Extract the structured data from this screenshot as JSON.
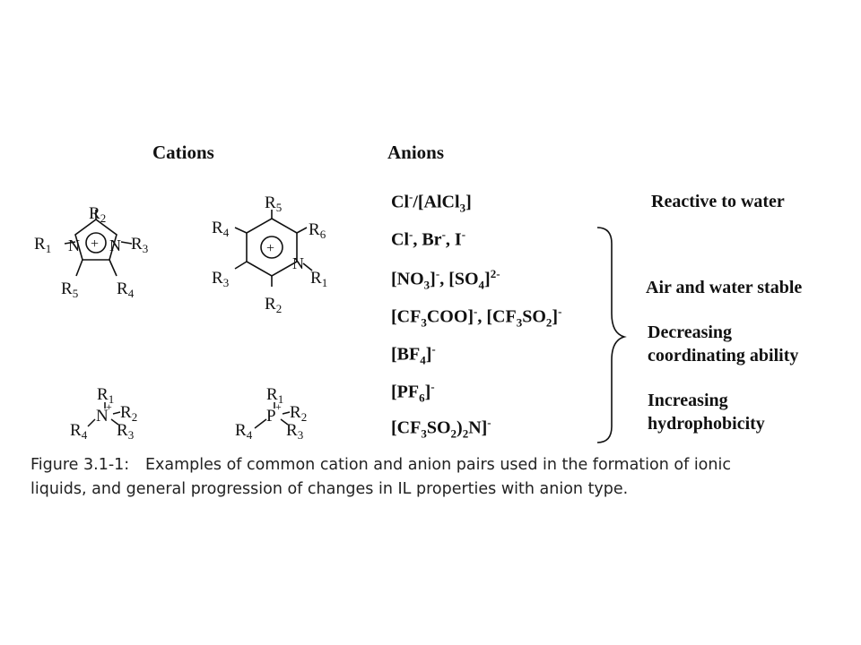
{
  "headers": {
    "cations": "Cations",
    "anions": "Anions"
  },
  "cations": {
    "imidazolium": {
      "r1": "R",
      "s1": "1",
      "r2": "R",
      "s2": "2",
      "r3": "R",
      "s3": "3",
      "r4": "R",
      "s4": "4",
      "r5": "R",
      "s5": "5",
      "n": "N",
      "charge": "+"
    },
    "pyridinium": {
      "r1": "R",
      "s1": "1",
      "r2": "R",
      "s2": "2",
      "r3": "R",
      "s3": "3",
      "r4": "R",
      "s4": "4",
      "r5": "R",
      "s5": "5",
      "r6": "R",
      "s6": "6",
      "n": "N",
      "charge": "+"
    },
    "ammonium": {
      "center": "N",
      "charge": "+",
      "r1": "R",
      "s1": "1",
      "r2": "R",
      "s2": "2",
      "r3": "R",
      "s3": "3",
      "r4": "R",
      "s4": "4"
    },
    "phosphonium": {
      "center": "P",
      "charge": "+",
      "r1": "R",
      "s1": "1",
      "r2": "R",
      "s2": "2",
      "r3": "R",
      "s3": "3",
      "r4": "R",
      "s4": "4"
    }
  },
  "anions": {
    "a1": {
      "cl": "Cl",
      "cl_sup": "-",
      "rest": "/[AlCl",
      "sub": "3",
      "end": "]"
    },
    "a2": {
      "cl": "Cl",
      "cl_sup": "-",
      "br": ", Br",
      "br_sup": "-",
      "i": ", I",
      "i_sup": "-"
    },
    "a3": {
      "p1": "[NO",
      "p1_sub": "3",
      "p1_end": "]",
      "p1_sup": "-",
      "p2": ", [SO",
      "p2_sub": "4",
      "p2_end": "]",
      "p2_sup": "2-"
    },
    "a4": {
      "p1": "[CF",
      "p1_sub": "3",
      "p1_rest": "COO]",
      "p1_sup": "-",
      "p2": ", [CF",
      "p2_sub": "3",
      "p2_rest": "SO",
      "p2_sub2": "2",
      "p2_end": "]",
      "p2_sup": "-"
    },
    "a5": {
      "p1": "[BF",
      "p1_sub": "4",
      "p1_end": "]",
      "p1_sup": "-"
    },
    "a6": {
      "p1": "[PF",
      "p1_sub": "6",
      "p1_end": "]",
      "p1_sup": "-"
    },
    "a7": {
      "p1": "[CF",
      "p1_sub": "3",
      "p1_rest": "SO",
      "p1_sub2": "2",
      "p1_mid": ")",
      "p1_sub3": "2",
      "p1_end": "N]",
      "p1_sup": "-"
    }
  },
  "properties": {
    "reactive": "Reactive to water",
    "stable": "Air and water stable",
    "coord_1": "Decreasing",
    "coord_2": "coordinating ability",
    "hydro_1": "Increasing",
    "hydro_2": "hydrophobicity"
  },
  "caption": {
    "label": "Figure 3.1-1:",
    "line1": "Examples of common cation and anion pairs used in the formation of ionic",
    "line2": "liquids, and general progression of changes in IL properties with anion type."
  }
}
